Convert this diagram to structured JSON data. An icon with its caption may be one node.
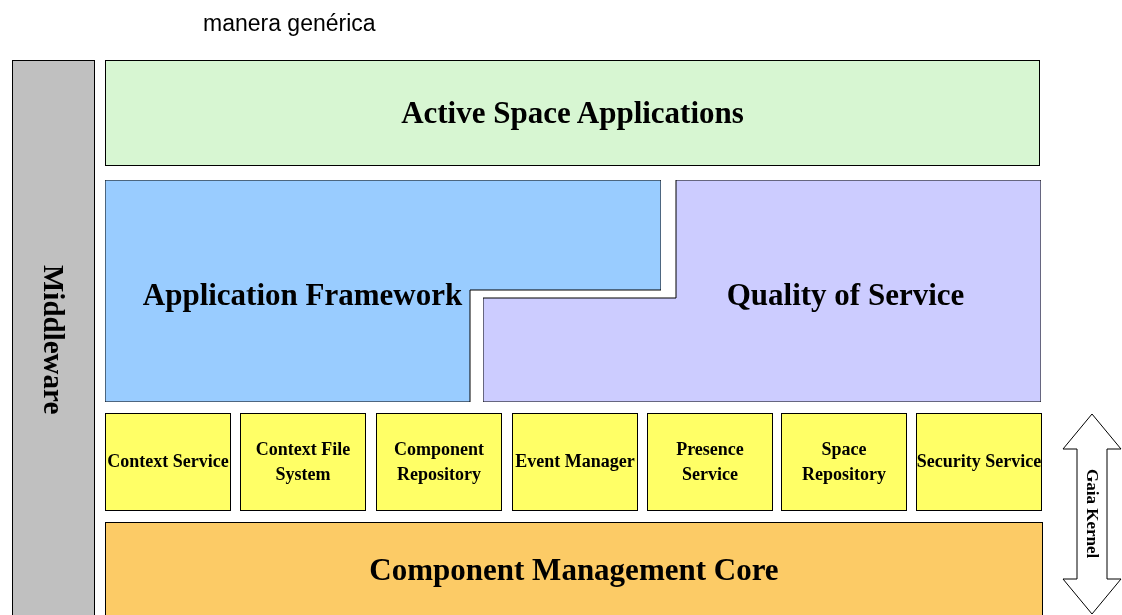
{
  "diagram": {
    "nodes": [
      {
        "text": [
          "Middleware"
        ]
      },
      {
        "text": [
          "Active Space Applications"
        ]
      },
      {
        "text": [
          "Application Framework"
        ]
      },
      {
        "text": [
          "Quality of Service"
        ]
      },
      {
        "text": [
          "Context Service"
        ]
      },
      {
        "text": [
          "Context File System"
        ]
      },
      {
        "text": [
          "Component Repository"
        ]
      },
      {
        "text": [
          "Event Manager"
        ]
      },
      {
        "text": [
          "Presence Service"
        ]
      },
      {
        "text": [
          "Space Repository"
        ]
      },
      {
        "text": [
          "Security Service"
        ]
      },
      {
        "text": [
          "Component Management Core"
        ]
      },
      {
        "text": [
          "Gaia Kernel"
        ]
      }
    ],
    "labels": [
      "manera genérica"
    ]
  }
}
